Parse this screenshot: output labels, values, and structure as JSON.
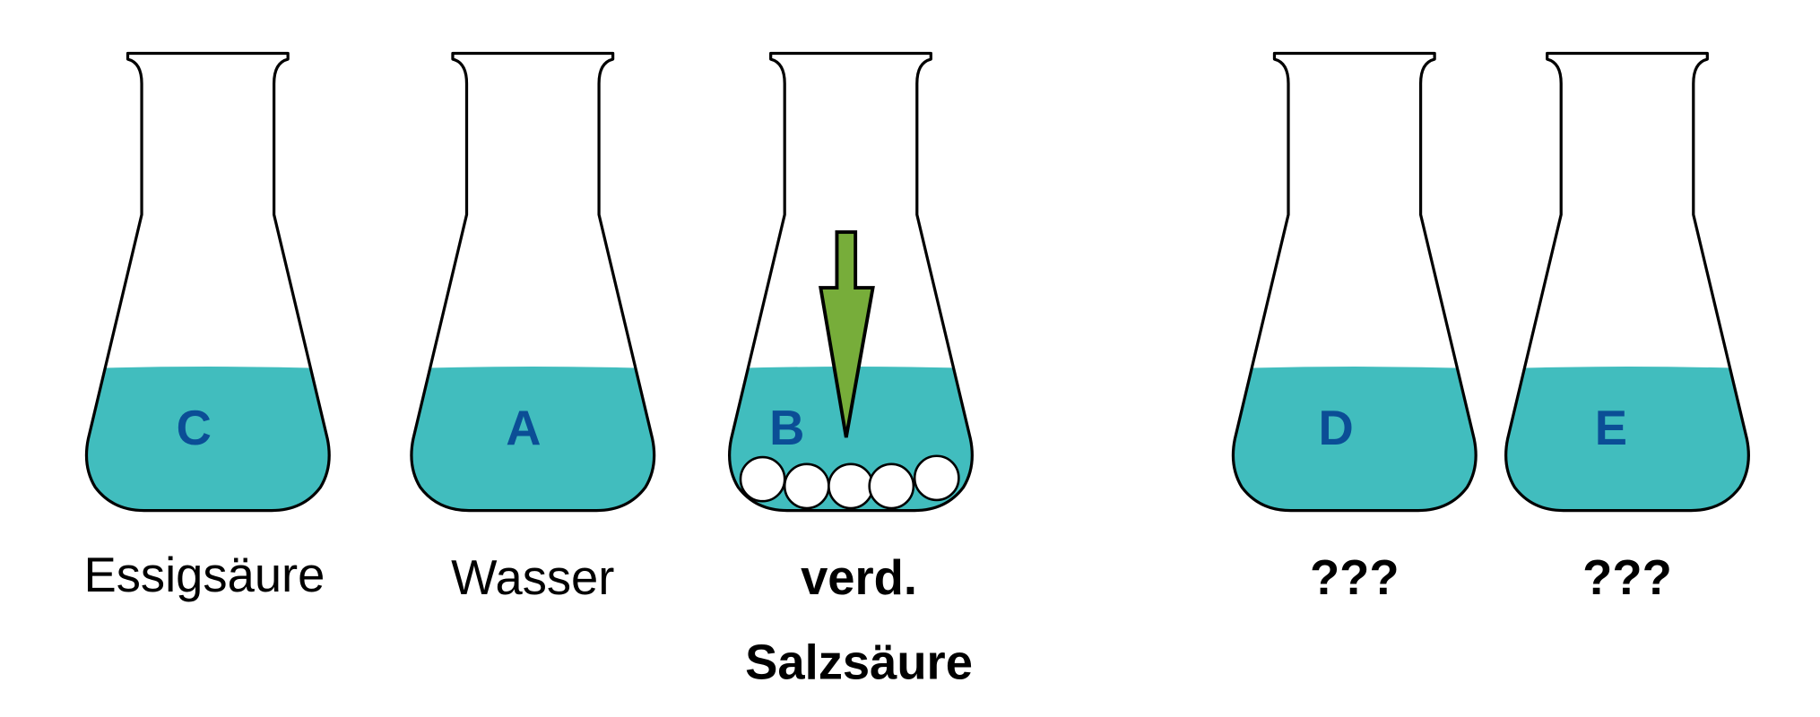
{
  "colors": {
    "liquid": "#41BDBE",
    "letter": "#0B4E96",
    "arrow": "#77AD3A"
  },
  "flasks": [
    {
      "letter": "C",
      "label": "Essigsäure"
    },
    {
      "letter": "A",
      "label": "Wasser"
    },
    {
      "letter": "B",
      "label_line1": "verd.",
      "label_line2": "Salzsäure",
      "marbles": 5,
      "arrow": "down-arrow"
    },
    {
      "letter": "D",
      "label": "???"
    },
    {
      "letter": "E",
      "label": "???"
    }
  ]
}
